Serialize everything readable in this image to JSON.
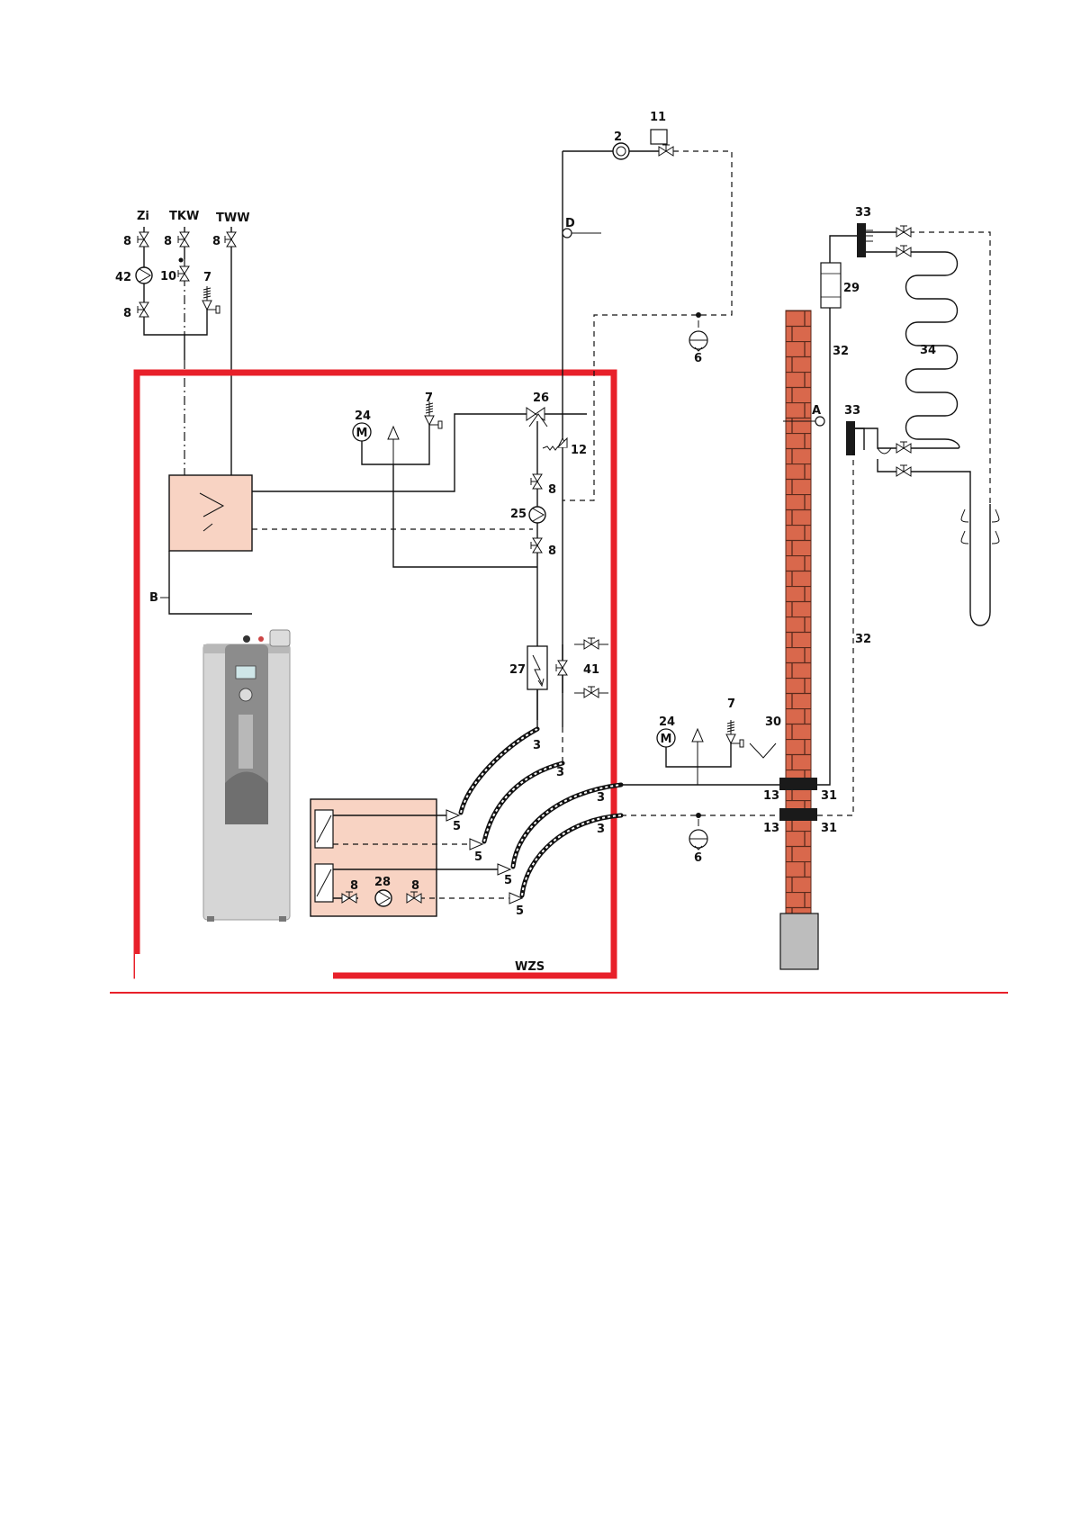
{
  "colors": {
    "frame_red": "#e8202a",
    "separator_red": "#e8202a",
    "component_fill": "#f8d3c3",
    "brick": "#d9684c",
    "mortar": "#5a2a1c",
    "collar": "#1a1a1a",
    "base_block": "#bdbdbd",
    "unit_body": "#d6d6d6",
    "unit_panel": "#8c8c8c"
  },
  "labels": {
    "zi": "Zi",
    "tkw": "TKW",
    "tww": "TWW",
    "wzs": "WZS",
    "b": "B",
    "d": "D",
    "a": "A"
  },
  "numbers": {
    "n2": "2",
    "n3": "3",
    "n5": "5",
    "n6": "6",
    "n7": "7",
    "n8": "8",
    "n10": "10",
    "n11": "11",
    "n12": "12",
    "n13": "13",
    "n24": "24",
    "n25": "25",
    "n26": "26",
    "n27": "27",
    "n28": "28",
    "n29": "29",
    "n30": "30",
    "n31": "31",
    "n32": "32",
    "n33": "33",
    "n34": "34",
    "n41": "41",
    "n42": "42"
  },
  "symbols": {
    "motor": "M"
  },
  "icons": [
    "valve-icon",
    "pump-icon",
    "safety-valve-icon",
    "expansion-vessel-icon",
    "motor-actuator-icon",
    "three-way-valve-icon",
    "flow-switch-icon",
    "filter-icon",
    "manifold-icon",
    "flexible-hose-icon",
    "heat-pump-unit-icon"
  ]
}
